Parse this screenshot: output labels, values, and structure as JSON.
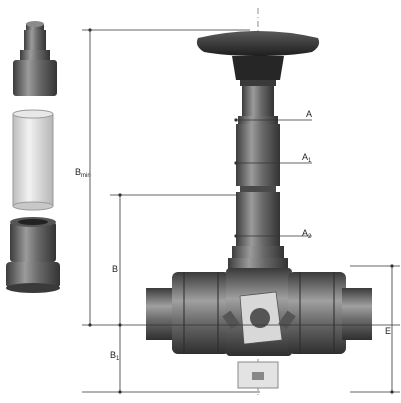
{
  "labels": {
    "A": "A",
    "A1": "A",
    "A1_sub": "1",
    "A2": "A",
    "A2_sub": "2",
    "Bmin": "B",
    "Bmin_sub": "min",
    "B": "B",
    "B1": "B",
    "B1_sub": "1",
    "E": "E"
  },
  "colors": {
    "body": "#6e6e6e",
    "body_dark": "#3f3f3f",
    "body_light": "#9a9a9a",
    "handwheel": "#2e2e2e",
    "tube": "#d9d9d9",
    "dim_line": "#333333"
  }
}
